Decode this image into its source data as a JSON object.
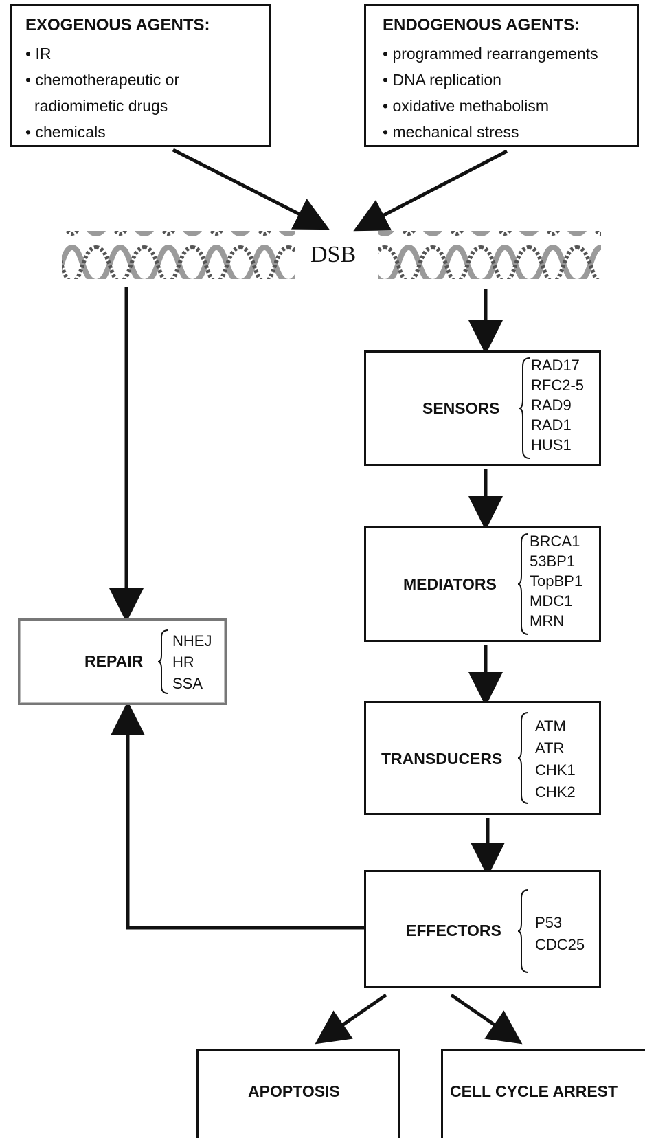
{
  "exogenous": {
    "title": "EXOGENOUS AGENTS:",
    "items": [
      "• IR",
      "• chemotherapeutic or",
      "radiomimetic drugs",
      "• chemicals"
    ]
  },
  "endogenous": {
    "title": "ENDOGENOUS AGENTS:",
    "items": [
      "• programmed rearrangements",
      "• DNA replication",
      "• oxidative methabolism",
      "• mechanical stress"
    ]
  },
  "dsb": {
    "label": "DSB"
  },
  "sensors": {
    "label": "SENSORS",
    "items": [
      "RAD17",
      "RFC2-5",
      "RAD9",
      "RAD1",
      "HUS1"
    ]
  },
  "mediators": {
    "label": "MEDIATORS",
    "items": [
      "BRCA1",
      "53BP1",
      "TopBP1",
      "MDC1",
      "MRN"
    ]
  },
  "transducers": {
    "label": "TRANSDUCERS",
    "items": [
      "ATM",
      "ATR",
      "CHK1",
      "CHK2"
    ]
  },
  "effectors": {
    "label": "EFFECTORS",
    "items": [
      "P53",
      "CDC25"
    ]
  },
  "repair": {
    "label": "REPAIR",
    "items": [
      "NHEJ",
      "HR",
      "SSA"
    ]
  },
  "outcomes": {
    "apoptosis": "APOPTOSIS",
    "arrest": "CELL CYCLE ARREST"
  }
}
